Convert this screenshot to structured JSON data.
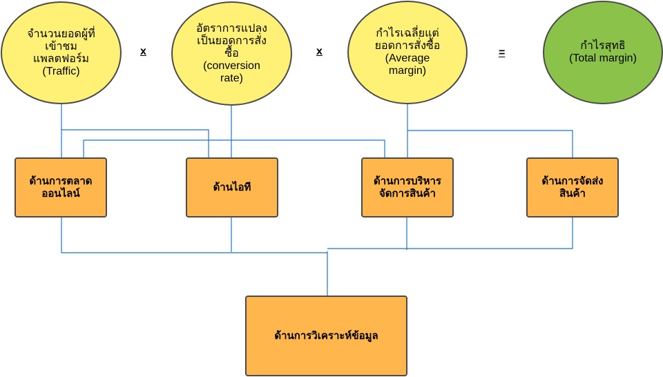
{
  "circles": [
    {
      "lines": [
        "จำนวนยอดผู้ที่",
        "เข้าชม",
        "แพลตฟอร์ม",
        "(Traffic)"
      ]
    },
    {
      "lines": [
        "อัตราการแปลง",
        "เป็นยอดการสั่ง",
        "ซื้อ",
        "(conversion",
        "rate)"
      ]
    },
    {
      "lines": [
        "กำไรเฉลี่ยแต่",
        "ยอดการสั่งซื้อ",
        "(Average",
        "margin)"
      ]
    },
    {
      "lines": [
        "กำไรสุทธิ",
        "(Total margin)"
      ]
    }
  ],
  "operators": {
    "multiply1": "x",
    "multiply2": "x",
    "equals": "="
  },
  "boxes": [
    {
      "lines": [
        "ด้านการตลาด",
        "ออนไลน์"
      ]
    },
    {
      "lines": [
        "ด้านไอที"
      ]
    },
    {
      "lines": [
        "ด้านการบริหาร",
        "จัดการสินค้า"
      ]
    },
    {
      "lines": [
        "ด้านการจัดส่ง",
        "สินค้า"
      ]
    }
  ],
  "bottom_box": {
    "label": "ด้านการวิเคราะห์ข้อมูล"
  },
  "colors": {
    "circle": "#fff176",
    "result": "#8bc34a",
    "box": "#ffb74d",
    "connector": "#1976d2"
  }
}
